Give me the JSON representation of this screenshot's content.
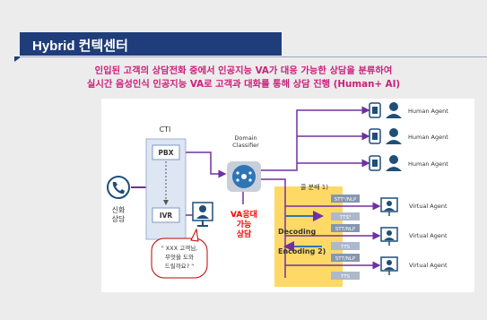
{
  "header": {
    "title": "Hybrid 컨텍센터"
  },
  "description": {
    "line1": "인입된 고객의 상담전화 중에서 인공지능 VA가 대응 가능한 상담을 분류하여",
    "line2": "실시간 음성인식 인공지능 VA로 고객과 대화를 통해 상담 진행 (Human+ AI)"
  },
  "diagram": {
    "cti_label": "CTI",
    "pbx_label": "PBX",
    "ivr_label": "IVR",
    "customer_label_1": "신화",
    "customer_label_2": "상담",
    "classifier_label_1": "Domain",
    "classifier_label_2": "Classifier",
    "va_label_1": "VA응대",
    "va_label_2": "가능",
    "va_label_3": "상담",
    "bubble_line1": "\" XXX 고객님,",
    "bubble_line2": "무엇을 도와",
    "bubble_line3": "드릴까요? \"",
    "classify_label": "콜 분배 1)",
    "decoding_label": "Decoding",
    "encoding_label": "Encoding 2)",
    "stt_labels": [
      "STT¹/NLP",
      "STT/NLP",
      "STT/NLP"
    ],
    "tts_labels": [
      "TTS³",
      "TTS",
      "TTS"
    ],
    "human_agents": [
      "Human Agent",
      "Human Agent",
      "Human Agent"
    ],
    "virtual_agents": [
      "Virtual Agent",
      "Virtual Agent",
      "Virtual Agent"
    ],
    "colors": {
      "purple": "#7030a0",
      "yellow": "#ffd966",
      "cti_blue": "#dde6f2",
      "agent_blue": "#1f4e79",
      "red": "#ff0000"
    }
  }
}
